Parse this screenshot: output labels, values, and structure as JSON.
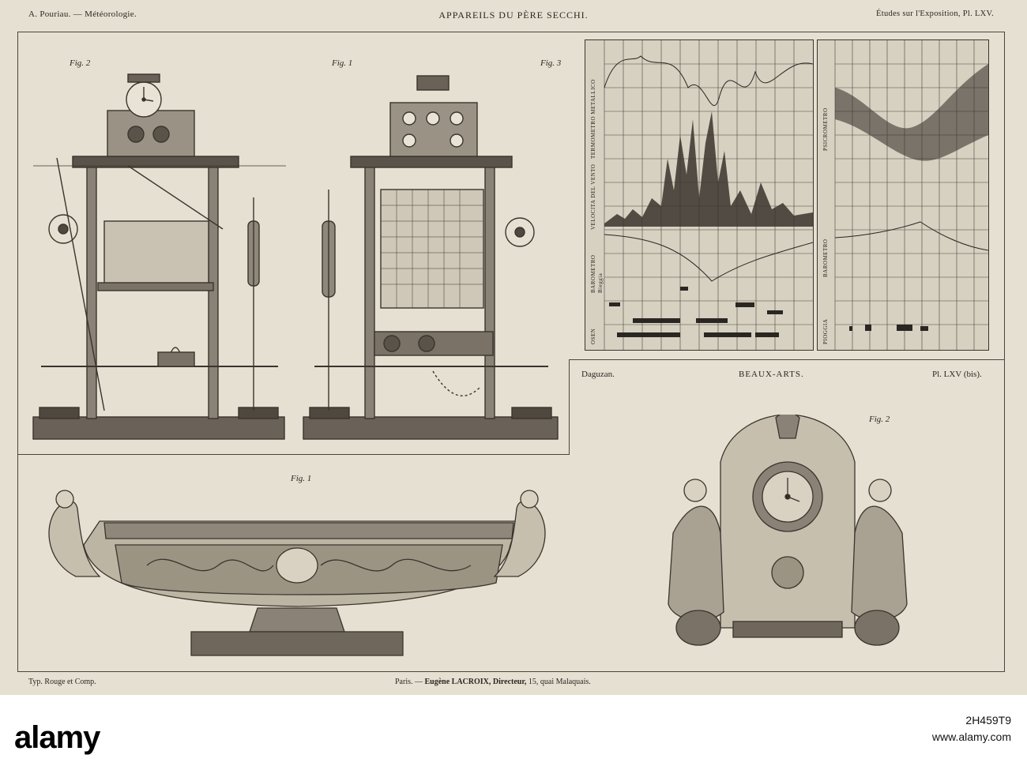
{
  "plate": {
    "header_left": "A. Pouriau. — Météorologie.",
    "header_center": "APPAREILS DU PÈRE SECCHI.",
    "header_right": "Études sur l'Exposition, Pl. LXV."
  },
  "figures": {
    "fig_left": "Fig. 2",
    "fig_mid": "Fig. 1",
    "fig_chart": "Fig. 3",
    "fig_bowl": "Fig. 1",
    "fig_clock": "Fig. 2"
  },
  "chart_panel": {
    "left_labels": [
      "TERMOMETRO METALLICO",
      "VELOCITA DEL VENTO",
      "BAROMETRO",
      "Bieggia",
      "OSEN"
    ],
    "right_labels": [
      "PSICROMETRO",
      "BAROMETRO",
      "PIOGGIA"
    ]
  },
  "beaux_arts": {
    "left": "Daguzan.",
    "center": "BEAUX-ARTS.",
    "right": "Pl. LXV (bis)."
  },
  "footer": {
    "left": "Typ. Rouge et Comp.",
    "center_prefix": "Paris. —",
    "center_bold": "Eugène LACROIX, Directeur,",
    "center_suffix": "15, quai Malaquais."
  },
  "stock": {
    "watermark": "alamy",
    "id_line1": "2H459T9",
    "id_line2": "www.alamy.com"
  },
  "colors": {
    "paper": "#e6e0d2",
    "ink": "#2a2622"
  }
}
